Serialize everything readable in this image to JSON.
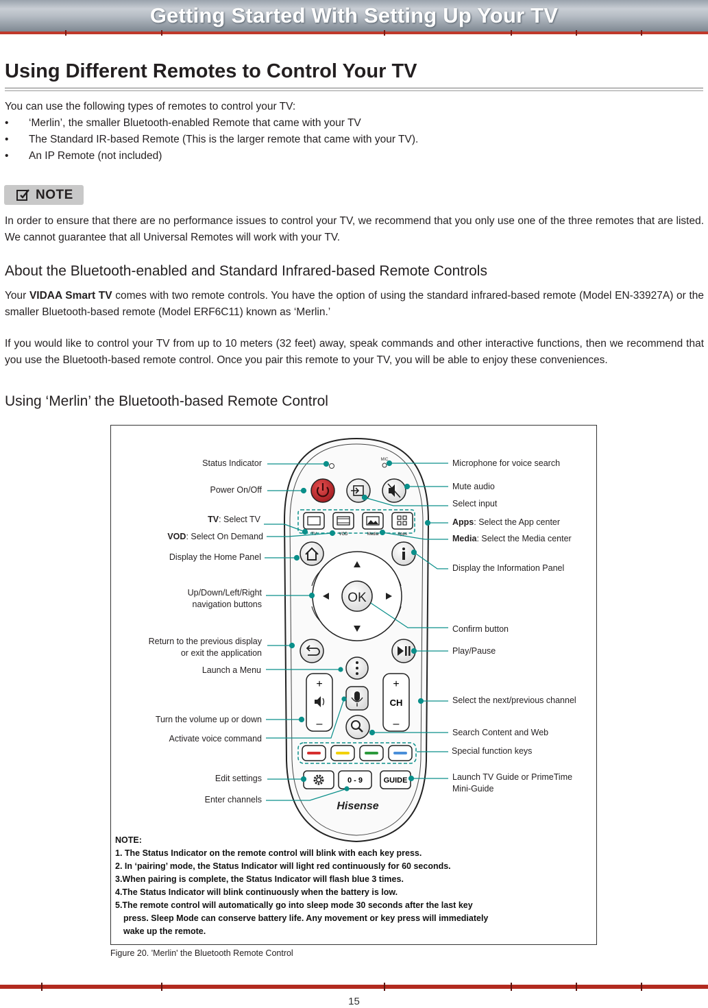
{
  "header": {
    "title": "Getting Started With Setting Up Your TV"
  },
  "section_title": "Using Different Remotes to Control Your TV",
  "intro": "You can use the following types of remotes to control your TV:",
  "bullets": [
    "‘Merlin’, the smaller Bluetooth-enabled Remote that came with your TV",
    "The Standard IR-based Remote (This is the larger remote that came with your TV).",
    "An IP Remote (not included)"
  ],
  "bullet_symbol": "•",
  "note": {
    "label": "NOTE",
    "text": "In order to ensure that there are no performance issues to control your TV, we recommend that you only use one of the three remotes that are listed. We cannot guarantee that all Universal Remotes will work with your TV."
  },
  "about": {
    "heading": "About the Bluetooth-enabled and Standard Infrared-based Remote Controls",
    "p1_pre": "Your ",
    "p1_bold": "VIDAA Smart TV",
    "p1_post": " comes with two remote controls. You have the option of using the standard infrared-based remote (Model EN-33927A) or the smaller Bluetooth-based remote (Model ERF6C11) known as ‘Merlin.’",
    "p2": "If you would like to control your TV from up to 10 meters (32 feet) away, speak commands and other interactive functions, then we recommend that you use the Bluetooth-based remote control. Once you pair this remote to your TV, you will be able to enjoy these conveniences."
  },
  "merlin": {
    "heading": "Using ‘Merlin’ the Bluetooth-based Remote Control",
    "left_labels": {
      "status": "Status Indicator",
      "power": "Power On/Off",
      "tv_bold": "TV",
      "tv_rest": ": Select TV",
      "vod_bold": "VOD",
      "vod_rest": ": Select On Demand",
      "home": "Display the Home Panel",
      "nav1": "Up/Down/Left/Right",
      "nav2": "navigation buttons",
      "return1": "Return to the previous display",
      "return2": "or exit the application",
      "menu": "Launch a Menu",
      "volume": "Turn the volume up or down",
      "voice": "Activate voice command",
      "edit": "Edit settings",
      "enter": "Enter channels"
    },
    "right_labels": {
      "mic": "Microphone for voice search",
      "mute": "Mute audio",
      "input": "Select input",
      "apps_bold": "Apps",
      "apps_rest": ": Select the App center",
      "media_bold": "Media",
      "media_rest": ": Select the Media center",
      "info": "Display the Information Panel",
      "confirm": "Confirm button",
      "play": "Play/Pause",
      "channel": "Select the next/previous channel",
      "search": "Search Content and Web",
      "special": "Special function keys",
      "guide1": "Launch TV Guide or PrimeTime",
      "guide2": "Mini-Guide"
    },
    "remote": {
      "mic_text": "MIC",
      "btn_tv": "TV",
      "btn_vod": "VOD",
      "btn_media": "Media",
      "btn_apps": "Apps",
      "ok": "OK",
      "plus": "+",
      "minus": "–",
      "ch": "CH",
      "digits": "0 - 9",
      "guide": "GUIDE",
      "brand": "Hisense",
      "key_colors": [
        "#d62e2e",
        "#f2d100",
        "#2c9a3c",
        "#4a8fd9"
      ]
    },
    "notes": [
      "NOTE:",
      "1. The Status Indicator on the remote control will blink with each key press.",
      "2. In ‘pairing’ mode, the Status Indicator will light red continuously for 60 seconds.",
      "3.When pairing is complete, the Status Indicator will flash blue 3 times.",
      "4.The Status Indicator will blink continuously when the battery is low.",
      "5.The remote control will automatically go into sleep mode 30 seconds after the last key",
      "press. Sleep Mode can conserve battery life. Any movement or key press will immediately",
      "wake up the remote."
    ],
    "caption": "Figure 20. 'Merlin' the Bluetooth Remote Control"
  },
  "colors": {
    "accent_red": "#b22a1f",
    "callout_teal": "#0a8f8a",
    "power_red": "#c0272d"
  },
  "page_number": "15"
}
